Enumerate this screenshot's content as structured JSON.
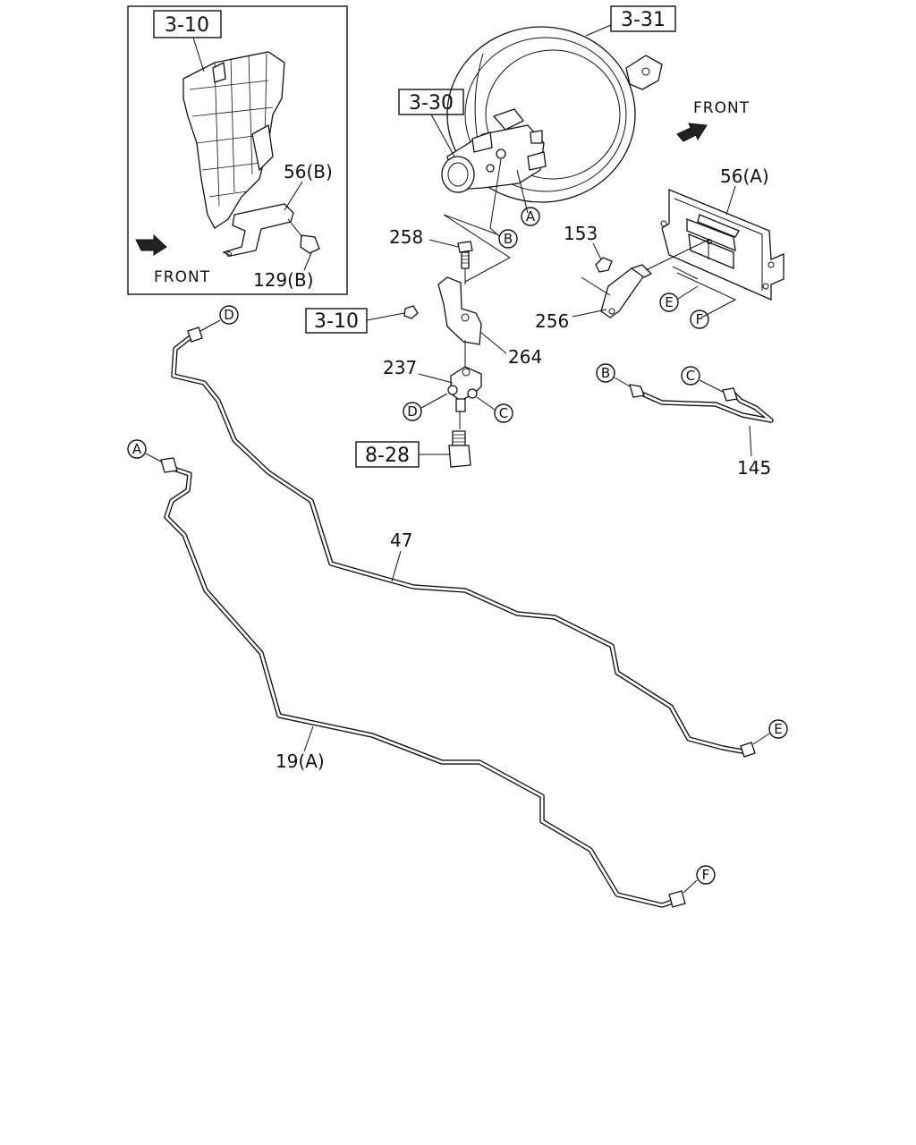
{
  "references": {
    "ref_3_10_inset": "3-10",
    "ref_3_31": "3-31",
    "ref_3_30": "3-30",
    "ref_3_10": "3-10",
    "ref_8_28": "8-28"
  },
  "part_numbers": {
    "p56b": "56(B)",
    "p129b": "129(B)",
    "p56a": "56(A)",
    "p258": "258",
    "p153": "153",
    "p256": "256",
    "p264": "264",
    "p237": "237",
    "p145": "145",
    "p47": "47",
    "p19a": "19(A)"
  },
  "direction_labels": {
    "front_inset": "FRONT",
    "front_main": "FRONT"
  },
  "connection_points": {
    "A": "A",
    "B": "B",
    "C": "C",
    "D": "D",
    "E": "E",
    "F": "F"
  }
}
